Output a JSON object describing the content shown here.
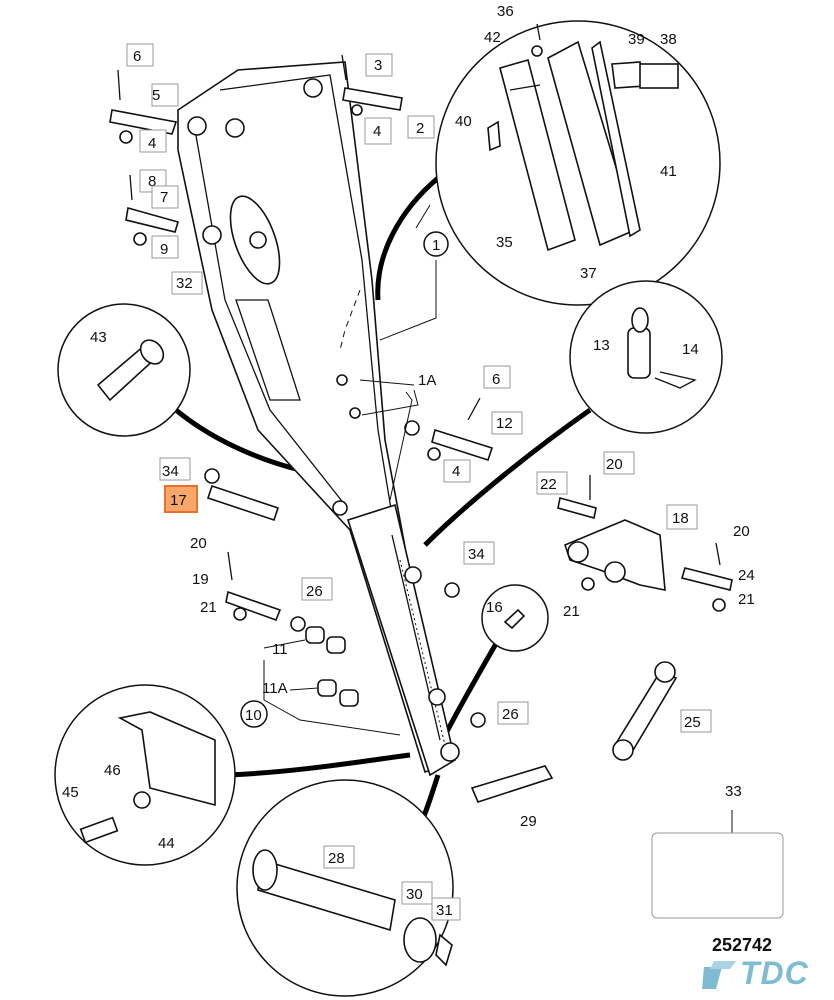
{
  "diagram": {
    "code": "252742",
    "brand": "TDC",
    "highlighted": "17",
    "callouts": [
      "1",
      "1A",
      "2",
      "3",
      "4",
      "4",
      "4",
      "5",
      "6",
      "6",
      "7",
      "8",
      "9",
      "10",
      "11",
      "11A",
      "12",
      "13",
      "14",
      "16",
      "17",
      "18",
      "19",
      "20",
      "20",
      "20",
      "21",
      "21",
      "21",
      "22",
      "24",
      "25",
      "26",
      "26",
      "28",
      "29",
      "30",
      "31",
      "32",
      "33",
      "34",
      "34",
      "35",
      "36",
      "37",
      "38",
      "39",
      "40",
      "41",
      "42",
      "43",
      "44",
      "45",
      "46"
    ]
  }
}
